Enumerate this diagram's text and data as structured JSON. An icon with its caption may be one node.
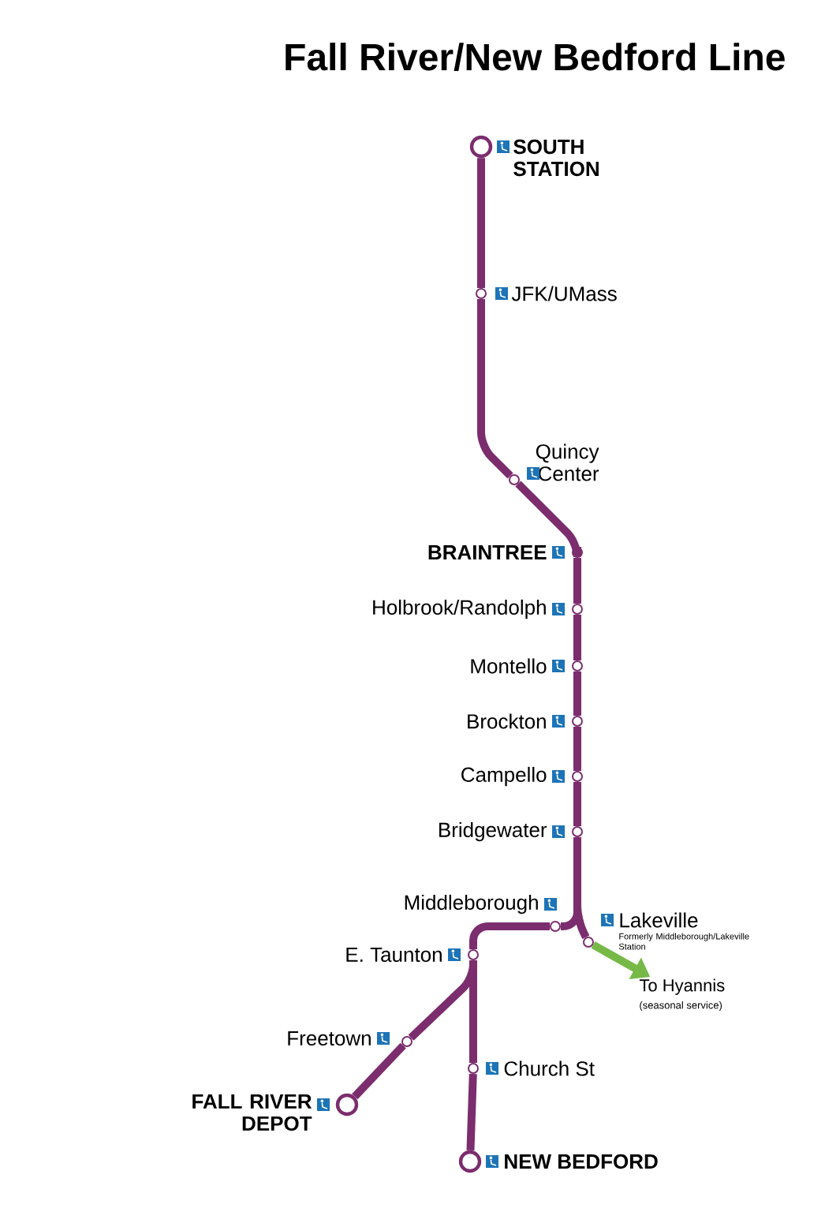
{
  "diagram": {
    "title": "Fall River/New Bedford Line",
    "nodes": [
      {
        "text": [
          "SOUTH STATION"
        ]
      },
      {
        "text": [
          "JFK/UMass"
        ]
      },
      {
        "text": [
          "Quincy Center"
        ]
      },
      {
        "text": [
          "BRAINTREE"
        ]
      },
      {
        "text": [
          "Holbrook/Randolph"
        ]
      },
      {
        "text": [
          "Montello"
        ]
      },
      {
        "text": [
          "Brockton"
        ]
      },
      {
        "text": [
          "Campello"
        ]
      },
      {
        "text": [
          "Bridgewater"
        ]
      },
      {
        "text": [
          "Middleborough"
        ]
      },
      {
        "text": [
          "Lakeville"
        ],
        "beside": [
          "Formerly Middleborough/Lakeville Station"
        ]
      },
      {
        "text": [
          "To Hyannis",
          "(seasonal service)"
        ]
      },
      {
        "text": [
          "E. Taunton"
        ]
      },
      {
        "text": [
          "Freetown"
        ]
      },
      {
        "text": [
          "FALL RIVER DEPOT"
        ]
      },
      {
        "text": [
          "Church St"
        ]
      },
      {
        "text": [
          "NEW BEDFORD"
        ]
      }
    ],
    "edges": [
      {
        "from": 0,
        "to": 1,
        "arrow": "none"
      },
      {
        "from": 1,
        "to": 2,
        "arrow": "none"
      },
      {
        "from": 2,
        "to": 3,
        "arrow": "none"
      },
      {
        "from": 3,
        "to": 4,
        "arrow": "none"
      },
      {
        "from": 4,
        "to": 5,
        "arrow": "none"
      },
      {
        "from": 5,
        "to": 6,
        "arrow": "none"
      },
      {
        "from": 6,
        "to": 7,
        "arrow": "none"
      },
      {
        "from": 7,
        "to": 8,
        "arrow": "none"
      },
      {
        "from": 8,
        "to": 9,
        "arrow": "none"
      },
      {
        "from": 8,
        "to": 10,
        "arrow": "none"
      },
      {
        "from": 10,
        "to": 11,
        "arrow": "to",
        "color": "#76b947"
      },
      {
        "from": 9,
        "to": 12,
        "arrow": "none"
      },
      {
        "from": 12,
        "to": 13,
        "arrow": "none"
      },
      {
        "from": 13,
        "to": 14,
        "arrow": "none"
      },
      {
        "from": 12,
        "to": 15,
        "arrow": "none"
      },
      {
        "from": 15,
        "to": 16,
        "arrow": "none"
      }
    ]
  }
}
